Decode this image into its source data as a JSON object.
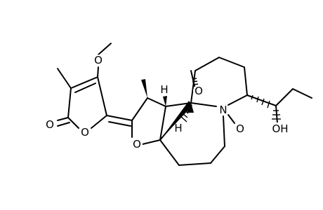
{
  "atoms": {
    "carbonyl_o": "O",
    "lactone_ring_o": "O",
    "methoxy_o": "O",
    "furan_ring_o": "O",
    "bridge_o": "O",
    "n_oxide_n": "N",
    "n_oxide_o": "O",
    "hydroxyl": "OH",
    "h_upper": "H",
    "h_lower": "H"
  }
}
